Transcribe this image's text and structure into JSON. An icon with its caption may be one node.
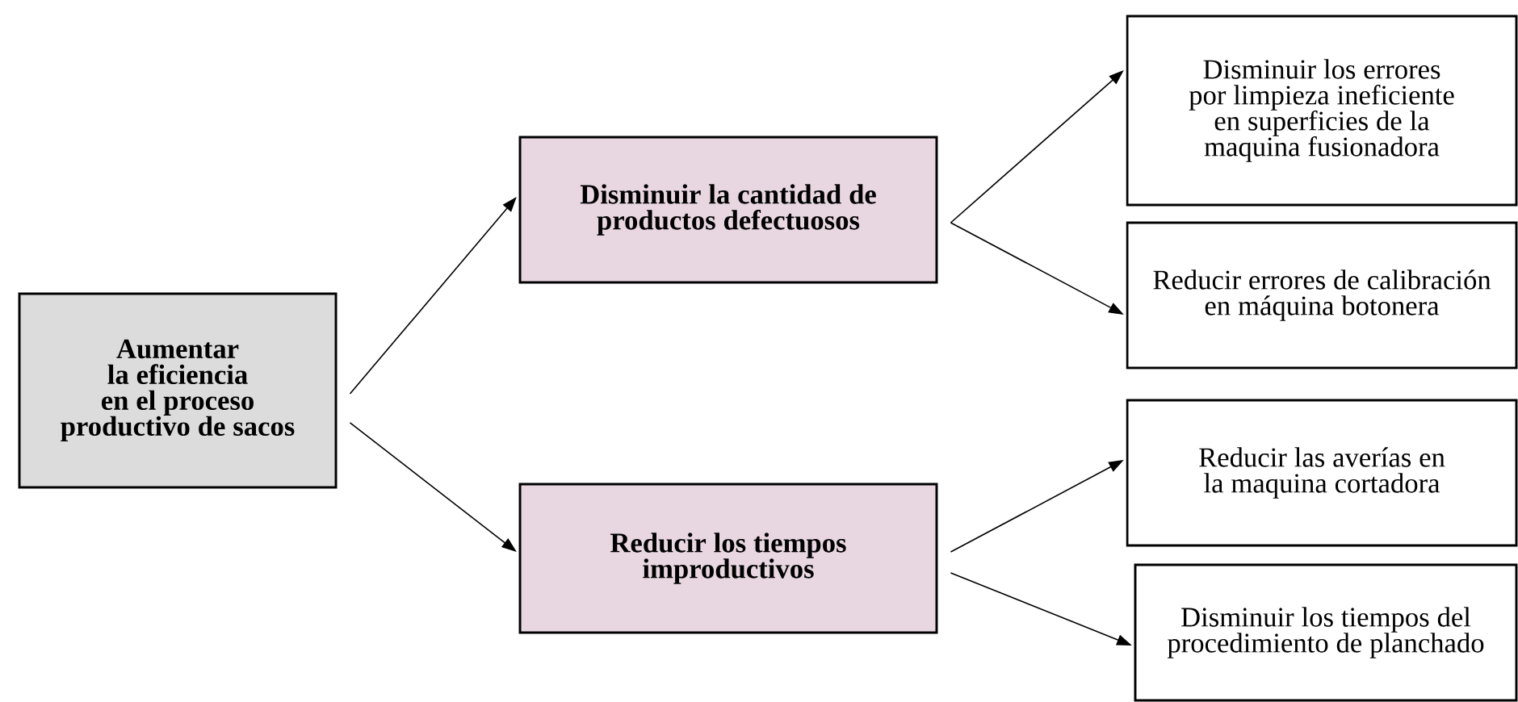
{
  "diagram": {
    "nodes": [
      {
        "text": [
          "Aumentar la eficiencia en el proceso productivo de sacos"
        ]
      },
      {
        "text": [
          "Disminuir la cantidad de productos defectuosos"
        ]
      },
      {
        "text": [
          "Reducir los tiempos improductivos"
        ]
      },
      {
        "text": [
          "Disminuir los errores por limpieza ineficiente en superficies de la maquina fusionadora"
        ]
      },
      {
        "text": [
          "Reducir errores de calibración en máquina botonera"
        ]
      },
      {
        "text": [
          "Reducir las averías en la maquina cortadora"
        ]
      },
      {
        "text": [
          "Disminuir los tiempos del procedimiento de planchado"
        ]
      }
    ],
    "edges": [
      {
        "from": 0,
        "to": 1,
        "arrow": "to"
      },
      {
        "from": 0,
        "to": 2,
        "arrow": "to"
      },
      {
        "from": 1,
        "to": 3,
        "arrow": "to"
      },
      {
        "from": 1,
        "to": 4,
        "arrow": "to"
      },
      {
        "from": 2,
        "to": 5,
        "arrow": "to"
      },
      {
        "from": 2,
        "to": 6,
        "arrow": "to"
      }
    ]
  }
}
